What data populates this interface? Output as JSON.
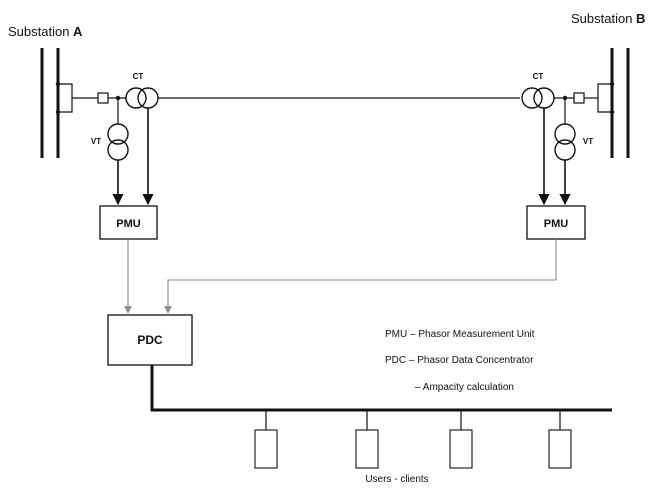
{
  "substation_a": {
    "prefix": "Substation ",
    "letter": "A"
  },
  "substation_b": {
    "prefix": "Substation ",
    "letter": "B"
  },
  "labels": {
    "ct": "CT",
    "vt": "VT"
  },
  "pmu_label": "PMU",
  "pdc_label": "PDC",
  "legend": [
    "PMU – Phasor Measurement Unit",
    "PDC – Phasor Data Concentrator",
    "– Ampacity calculation"
  ],
  "users_label": "Users - clients"
}
